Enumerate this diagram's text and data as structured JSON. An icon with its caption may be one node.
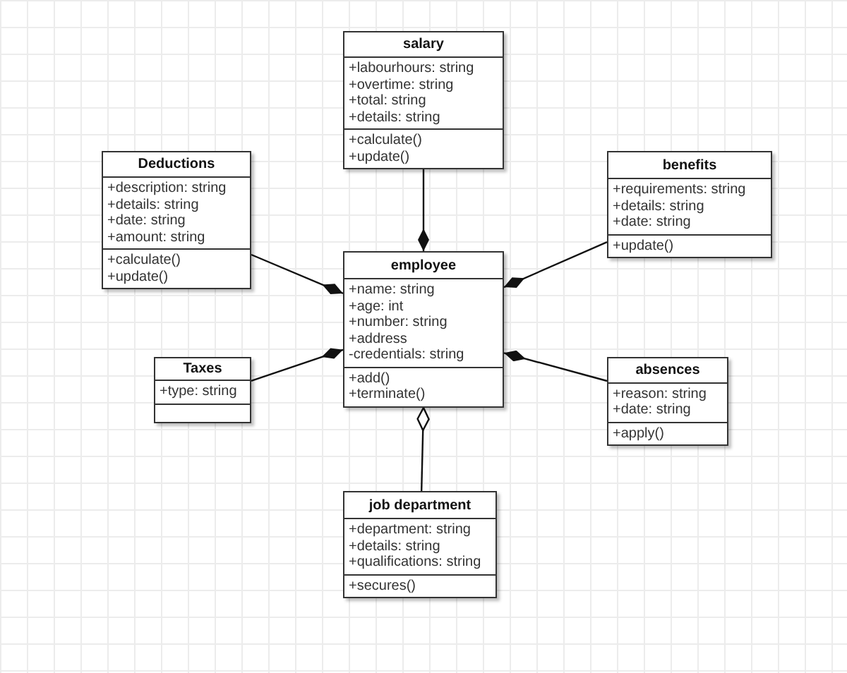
{
  "diagram": {
    "nodes": [
      {
        "text": [
          "salary"
        ]
      },
      {
        "text": [
          "+labourhours: string",
          "+overtime: string",
          "+total: string",
          "+details: string"
        ],
        "in": 0
      },
      {
        "text": [
          "+calculate()",
          "+update()"
        ],
        "in": 0
      },
      {
        "text": [
          "Deductions"
        ]
      },
      {
        "text": [
          "+description: string",
          "+details: string",
          "+date: string",
          "+amount: string"
        ],
        "in": 3
      },
      {
        "text": [
          "+calculate()",
          "+update()"
        ],
        "in": 3
      },
      {
        "text": [
          "benefits"
        ]
      },
      {
        "text": [
          "+requirements: string",
          "+details: string",
          "+date: string"
        ],
        "in": 6
      },
      {
        "text": [
          "+update()"
        ],
        "in": 6
      },
      {
        "text": [
          "employee"
        ]
      },
      {
        "text": [
          "+name: string",
          "+age: int",
          "+number: string",
          "+address",
          "-credentials: string"
        ],
        "in": 9
      },
      {
        "text": [
          "+add()",
          "+terminate()"
        ],
        "in": 9
      },
      {
        "text": [
          "Taxes"
        ]
      },
      {
        "text": [
          "+type: string"
        ],
        "in": 12
      },
      {
        "text": [],
        "shape": "box",
        "in": 12
      },
      {
        "text": [
          "absences"
        ]
      },
      {
        "text": [
          "+reason: string",
          "+date: string"
        ],
        "in": 15
      },
      {
        "text": [
          "+apply()"
        ],
        "in": 15
      },
      {
        "text": [
          "job department"
        ]
      },
      {
        "text": [
          "+department: string",
          "+details: string",
          "+qualifications: string"
        ],
        "in": 18
      },
      {
        "text": [
          "+secures()"
        ],
        "in": 18
      }
    ],
    "edges": [
      {
        "from": 0,
        "to": 9,
        "arrow": "other"
      },
      {
        "from": 3,
        "to": 9,
        "arrow": "other"
      },
      {
        "from": 6,
        "to": 9,
        "arrow": "other"
      },
      {
        "from": 12,
        "to": 9,
        "arrow": "other"
      },
      {
        "from": 15,
        "to": 9,
        "arrow": "other"
      },
      {
        "from": 18,
        "to": 9,
        "arrow": "other"
      }
    ]
  }
}
